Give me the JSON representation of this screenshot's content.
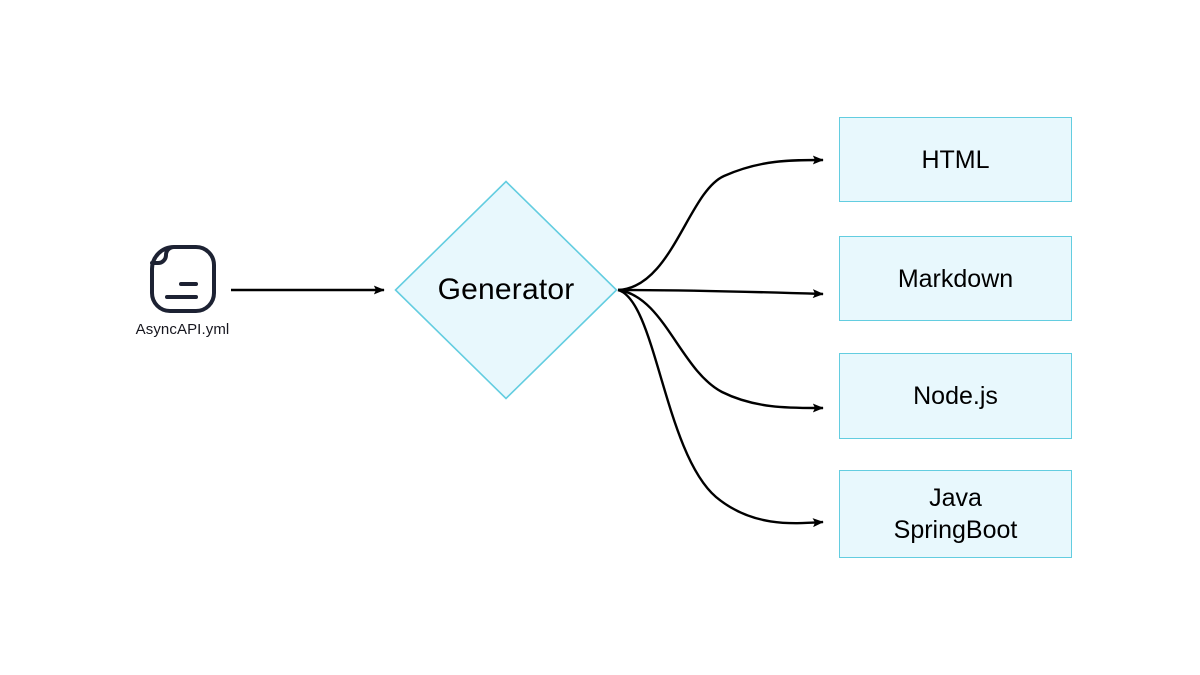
{
  "diagram": {
    "title": "AsyncAPI Generator output flow",
    "background_color": "#ffffff",
    "node_fill_color": "#e8f8fd",
    "node_border_color": "#63cde0",
    "edge_color": "#000000",
    "icon_color": "#1d2233"
  },
  "source": {
    "icon_name": "document-file-icon",
    "label": "AsyncAPI.yml"
  },
  "processor": {
    "label": "Generator",
    "shape": "diamond"
  },
  "outputs": [
    {
      "label": "HTML"
    },
    {
      "label": "Markdown"
    },
    {
      "label": "Node.js"
    },
    {
      "label": "Java\nSpringBoot"
    }
  ],
  "edges": [
    {
      "from": "AsyncAPI.yml",
      "to": "Generator",
      "style": "straight-arrow"
    },
    {
      "from": "Generator",
      "to": "HTML",
      "style": "curved-arrow"
    },
    {
      "from": "Generator",
      "to": "Markdown",
      "style": "curved-arrow"
    },
    {
      "from": "Generator",
      "to": "Node.js",
      "style": "curved-arrow"
    },
    {
      "from": "Generator",
      "to": "Java SpringBoot",
      "style": "curved-arrow"
    }
  ]
}
